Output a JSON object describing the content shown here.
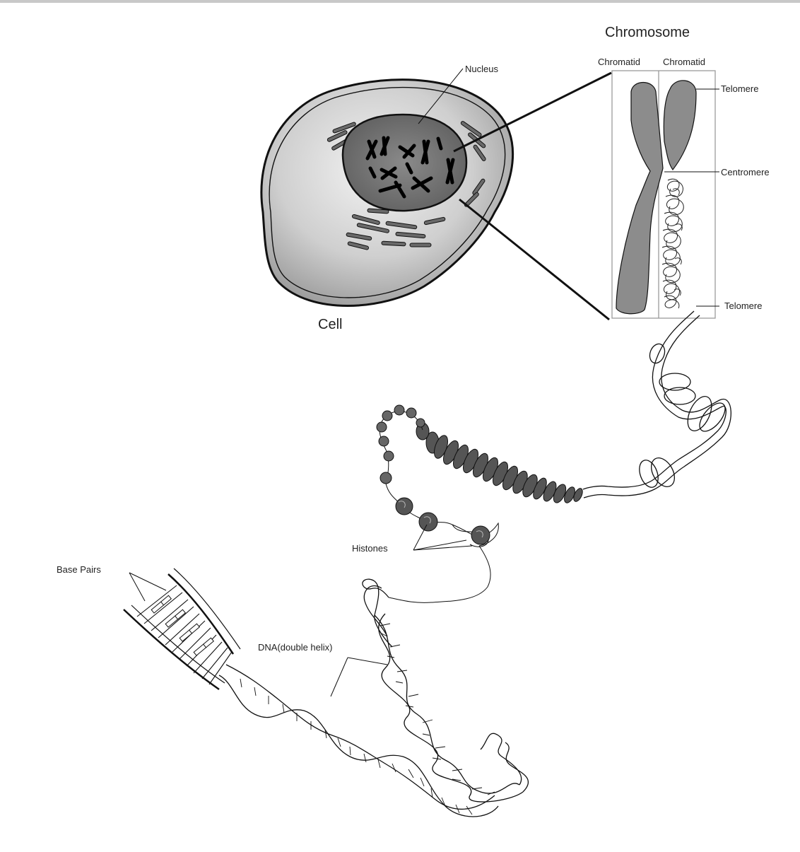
{
  "labels": {
    "chromosome": "Chromosome",
    "chromatid_left": "Chromatid",
    "chromatid_right": "Chromatid",
    "nucleus": "Nucleus",
    "telomere_top": "Telomere",
    "centromere": "Centromere",
    "telomere_bottom": "Telomere",
    "cell": "Cell",
    "histones": "Histones",
    "base_pairs": "Base Pairs",
    "dna": "DNA(double helix)"
  },
  "colors": {
    "line": "#111111",
    "cell_fill": "#b9b9b9",
    "nucleus_fill": "#7d7d7d",
    "chromosome_fill": "#8c8c8c",
    "frame": "#9a9a9a"
  }
}
